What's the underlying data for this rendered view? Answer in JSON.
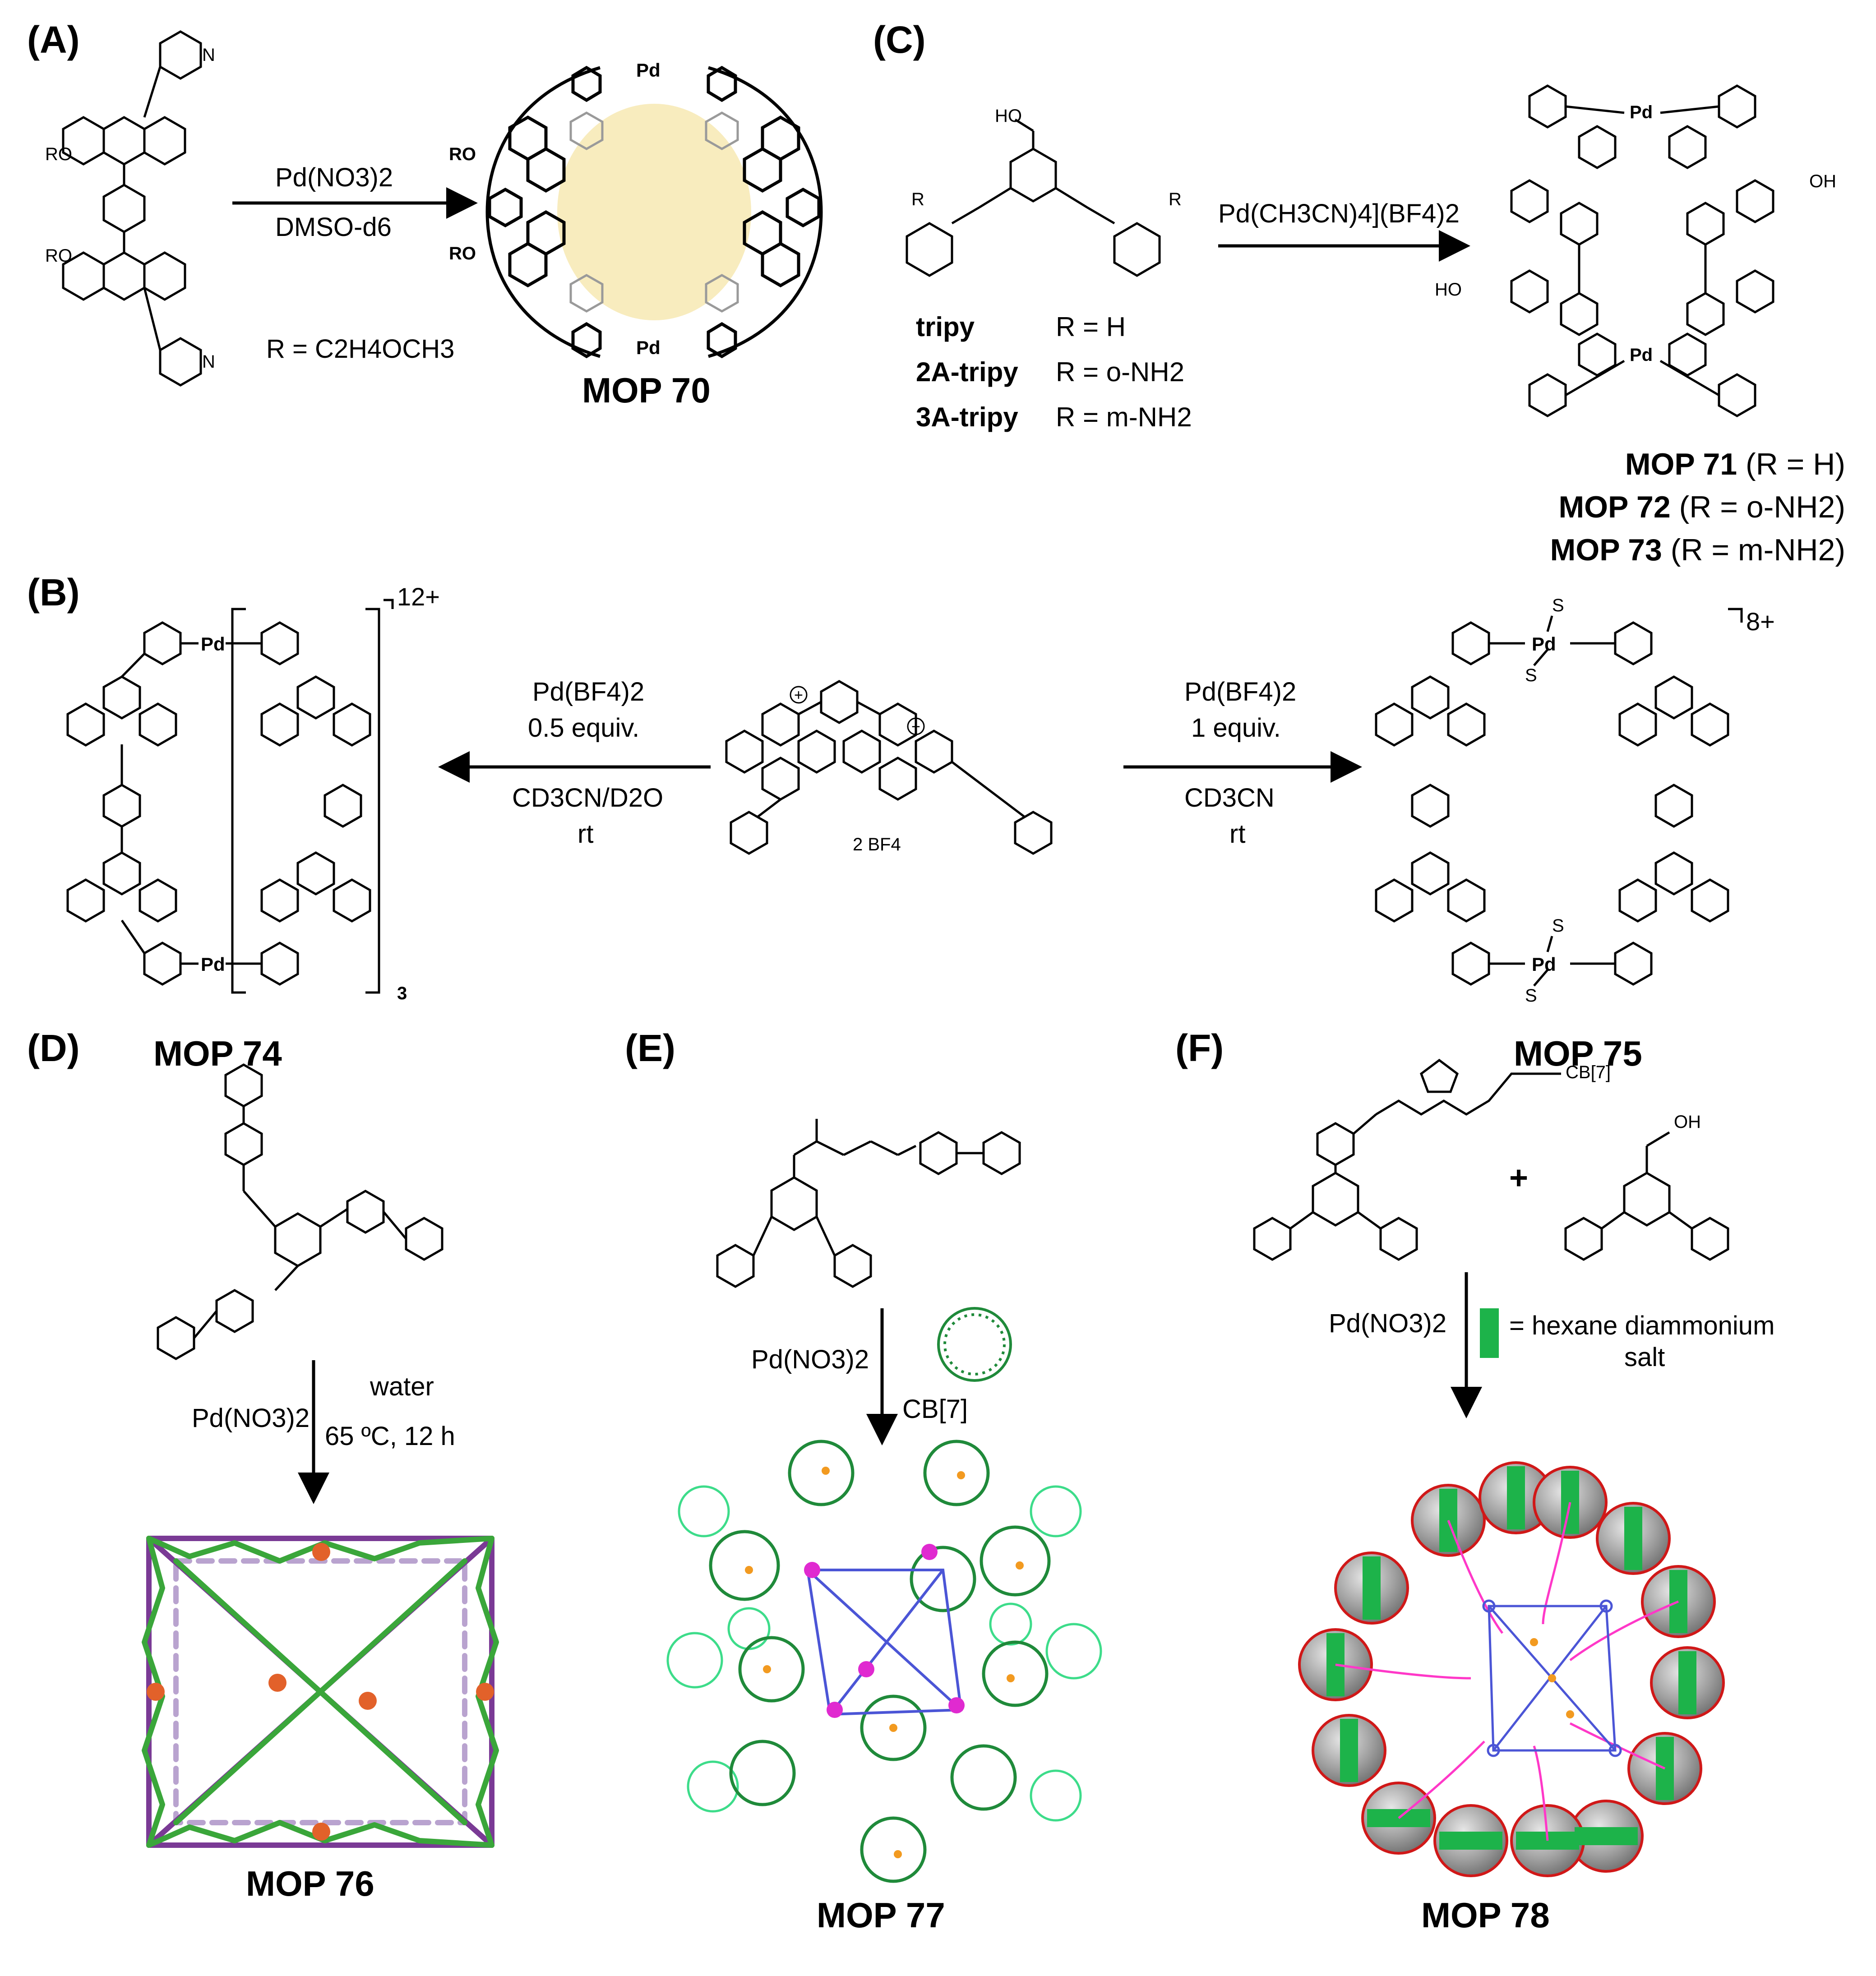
{
  "panels": {
    "A": {
      "label": "(A)",
      "reagent": "Pd(NO3)2",
      "solvent": "DMSO-d6",
      "r_group": "R = C2H4OCH3",
      "ligand_sub": "RO",
      "cage_sub": "RO",
      "product": "MOP 70"
    },
    "B": {
      "label": "(B)",
      "left_reagent": "Pd(BF4)2",
      "left_equiv": "0.5 equiv.",
      "left_solvent": "CD3CN/D2O",
      "left_temp": "rt",
      "right_reagent": "Pd(BF4)2",
      "right_equiv": "1 equiv.",
      "right_solvent": "CD3CN",
      "right_temp": "rt",
      "counterion": "2 BF4",
      "left_charge": "12+",
      "left_repeat": "3",
      "right_charge": "8+",
      "solvent_ligand": "S",
      "left_product": "MOP 74",
      "right_product": "MOP 75"
    },
    "C": {
      "label": "(C)",
      "reagent": "Pd(CH3CN)4](BF4)2",
      "ligands": [
        {
          "name": "tripy",
          "sub": "R = H"
        },
        {
          "name": "2A-tripy",
          "sub": "R = o-NH2"
        },
        {
          "name": "3A-tripy",
          "sub": "R = m-NH2"
        }
      ],
      "substituent": "R",
      "hydroxyl": "HO",
      "hydroxyl_right": "OH",
      "products": [
        {
          "name": "MOP 71",
          "sub": "(R = H)"
        },
        {
          "name": "MOP 72",
          "sub": "(R = o-NH2)"
        },
        {
          "name": "MOP 73",
          "sub": "(R = m-NH2)"
        }
      ]
    },
    "D": {
      "label": "(D)",
      "reagent": "Pd(NO3)2",
      "solvent": "water",
      "conditions": "65 ºC, 12 h",
      "product": "MOP 76"
    },
    "E": {
      "label": "(E)",
      "reagent": "Pd(NO3)2",
      "host": "CB[7]",
      "product": "MOP 77"
    },
    "F": {
      "label": "(F)",
      "tether": "CB[7]",
      "hydroxyl": "OH",
      "plus": "+",
      "reagent": "Pd(NO3)2",
      "legend": "= hexane diammonium",
      "legend2": "salt",
      "product": "MOP 78"
    }
  },
  "colors": {
    "ink": "#000000",
    "cavity": "#f8ecbe",
    "purple": "#7a3a95",
    "lilac": "#b9a3cf",
    "green": "#3aa63a",
    "orange": "#e2612a",
    "cb7_dark": "#1f8a3a",
    "cb7_light": "#3ddc8a",
    "magenta": "#e02ad0",
    "blue": "#4b55d6",
    "pink": "#ff38c8",
    "gray": "#8f8f8f",
    "red": "#d01818",
    "band": "#1db34a"
  }
}
